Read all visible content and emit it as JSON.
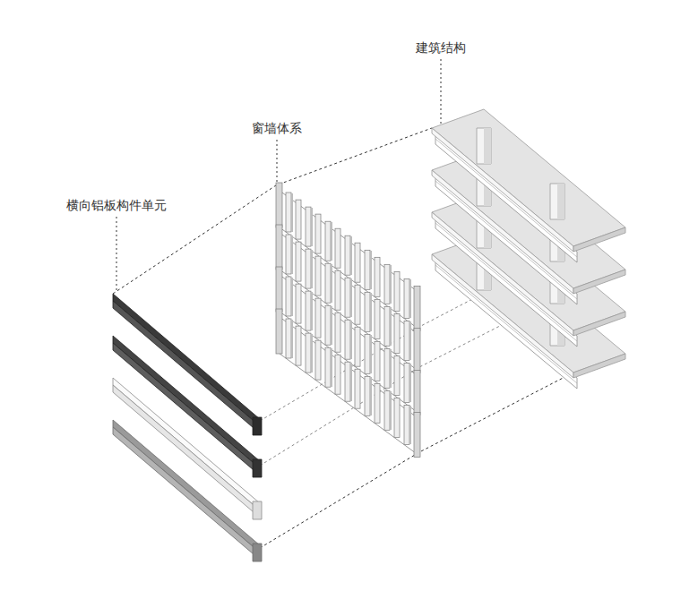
{
  "diagram": {
    "labels": [
      "横向铝板构件单元",
      "窗墙体系",
      "建筑结构"
    ]
  }
}
